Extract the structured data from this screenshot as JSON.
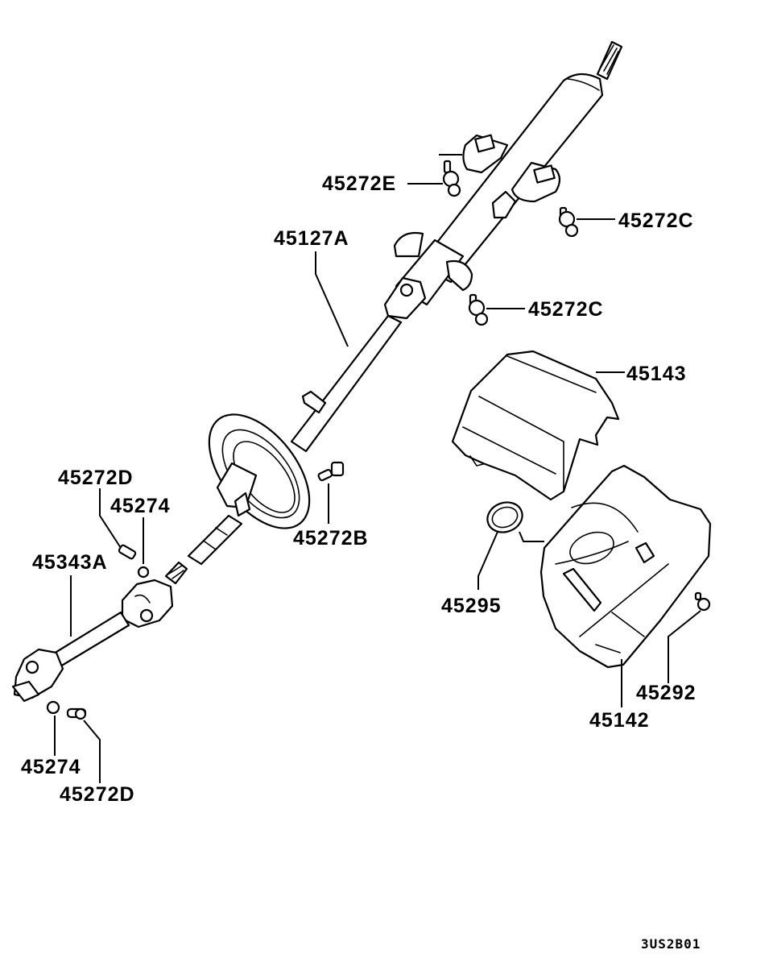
{
  "diagram": {
    "type": "exploded-parts-diagram",
    "subject": "Steering column assembly",
    "reference_code": "3US2B01",
    "colors": {
      "line": "#000000",
      "background": "#ffffff"
    },
    "labels": [
      {
        "id": "l_45272E",
        "text": "45272E",
        "part": "bolt (column upper bracket)"
      },
      {
        "id": "l_45272C_1",
        "text": "45272C",
        "part": "bolt (column bracket, right)"
      },
      {
        "id": "l_45127A",
        "text": "45127A",
        "part": "steering column shaft assembly"
      },
      {
        "id": "l_45272C_2",
        "text": "45272C",
        "part": "bolt (column bracket, lower)"
      },
      {
        "id": "l_45143",
        "text": "45143",
        "part": "column cover, upper"
      },
      {
        "id": "l_45272D_1",
        "text": "45272D",
        "part": "joint bolt, upper"
      },
      {
        "id": "l_45274_1",
        "text": "45274",
        "part": "nut, upper"
      },
      {
        "id": "l_45272B",
        "text": "45272B",
        "part": "bolt (boot plate)"
      },
      {
        "id": "l_45343A",
        "text": "45343A",
        "part": "intermediate shaft / universal joint"
      },
      {
        "id": "l_45295",
        "text": "45295",
        "part": "ring / grommet"
      },
      {
        "id": "l_45292",
        "text": "45292",
        "part": "screw"
      },
      {
        "id": "l_45142",
        "text": "45142",
        "part": "column cover, lower"
      },
      {
        "id": "l_45274_2",
        "text": "45274",
        "part": "nut, lower"
      },
      {
        "id": "l_45272D_2",
        "text": "45272D",
        "part": "joint bolt, lower"
      }
    ]
  }
}
